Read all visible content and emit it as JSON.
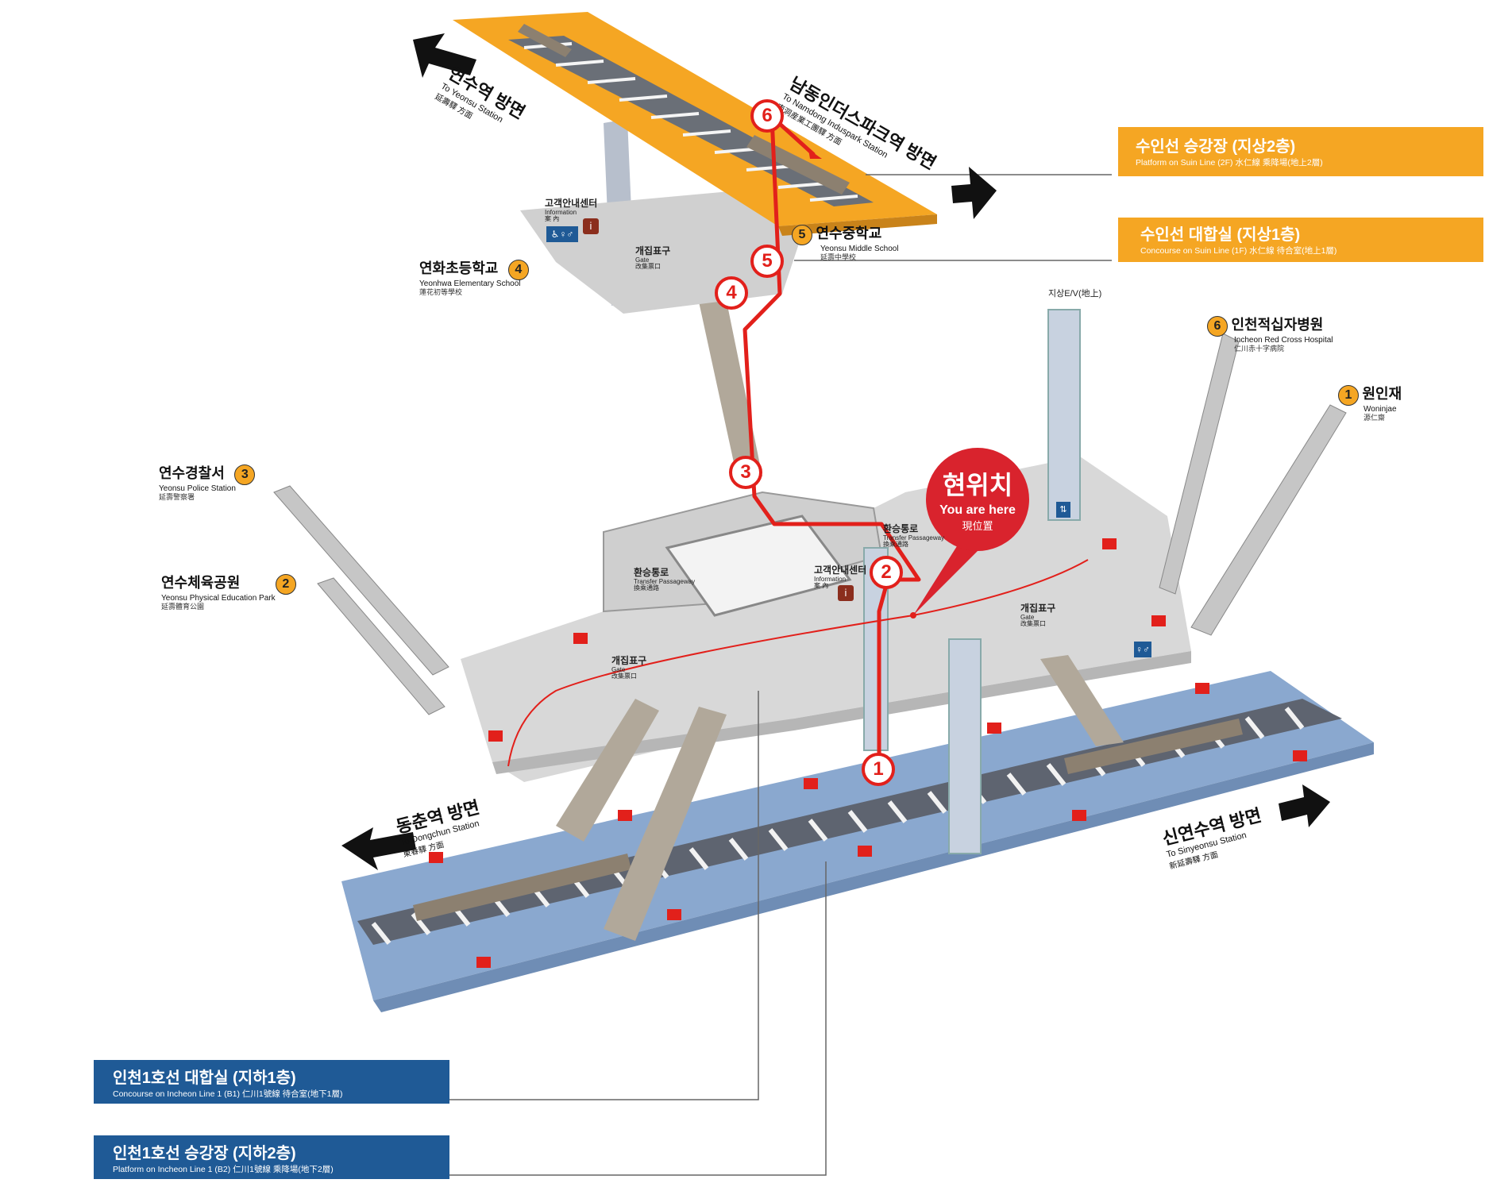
{
  "colors": {
    "suin_yellow": "#f5a623",
    "incheon_blue": "#1f5a96",
    "platform_blue": "#8aa8cf",
    "concourse_gray": "#d9d9d9",
    "route_red": "#e2201b",
    "you_are_here_red": "#d9232d"
  },
  "levels": {
    "suin_platform": {
      "title": "수인선 승강장 (지상2층)",
      "subtitle": "Platform on Suin Line (2F)  水仁線 乘降場(地上2層)"
    },
    "suin_concourse": {
      "title": "수인선 대합실 (지상1층)",
      "subtitle": "Concourse on Suin Line (1F)  水仁線 待合室(地上1層)"
    },
    "incheon_concourse": {
      "title": "인천1호선 대합실 (지하1층)",
      "subtitle": "Concourse on Incheon Line 1 (B1)  仁川1號線 待合室(地下1層)"
    },
    "incheon_platform": {
      "title": "인천1호선 승강장 (지하2층)",
      "subtitle": "Platform on Incheon Line 1 (B2)  仁川1號線 乘降場(地下2層)"
    }
  },
  "directions": {
    "yeonsu": {
      "ko": "연수역  방면",
      "en": "To Yeonsu Station",
      "cn": "延壽驛 方面"
    },
    "namdong": {
      "ko": "남동인더스파크역  방면",
      "en": "To Namdong Induspark Station",
      "cn": "南洞産業工團驛 方面"
    },
    "dongchun": {
      "ko": "동춘역  방면",
      "en": "To Dongchun Station",
      "cn": "東春驛 方面"
    },
    "sinyeonsu": {
      "ko": "신연수역  방면",
      "en": "To Sinyeonsu Station",
      "cn": "新延壽驛 方面"
    }
  },
  "exits": [
    {
      "num": "1",
      "ko": "원인재",
      "en": "Woninjae",
      "cn": "源仁齋"
    },
    {
      "num": "2",
      "ko": "연수체육공원",
      "en": "Yeonsu Physical Education Park",
      "cn": "延壽體育公園"
    },
    {
      "num": "3",
      "ko": "연수경찰서",
      "en": "Yeonsu Police Station",
      "cn": "延壽警察署"
    },
    {
      "num": "4",
      "ko": "연화초등학교",
      "en": "Yeonhwa Elementary School",
      "cn": "蓮花初等學校"
    },
    {
      "num": "5",
      "ko": "연수중학교",
      "en": "Yeonsu Middle School",
      "cn": "延壽中學校"
    },
    {
      "num": "6",
      "ko": "인천적십자병원",
      "en": "Incheon Red Cross Hospital",
      "cn": "仁川赤十字病院"
    }
  ],
  "you_are_here": {
    "ko": "현위치",
    "en": "You are here",
    "cn": "現位置"
  },
  "facilities": {
    "info_upper": {
      "ko": "고객안내센터",
      "en": "Information",
      "cn": "案 內"
    },
    "info_lower": {
      "ko": "고객안내센터",
      "en": "Information",
      "cn": "案 內"
    },
    "gate_upper": {
      "ko": "개집표구",
      "en": "Gate",
      "cn": "改集票口"
    },
    "gate_left": {
      "ko": "개집표구",
      "en": "Gate",
      "cn": "改集票口"
    },
    "gate_right": {
      "ko": "개집표구",
      "en": "Gate",
      "cn": "改集票口"
    },
    "transfer_left": {
      "ko": "환승통로",
      "en": "Transfer Passageway",
      "cn": "換乘通路"
    },
    "transfer_right": {
      "ko": "환승통로",
      "en": "Transfer Passageway",
      "cn": "換乘通路"
    },
    "ground_elevator": "지상E/V(地上)"
  },
  "route_steps": [
    "1",
    "2",
    "3",
    "4",
    "5",
    "6"
  ]
}
